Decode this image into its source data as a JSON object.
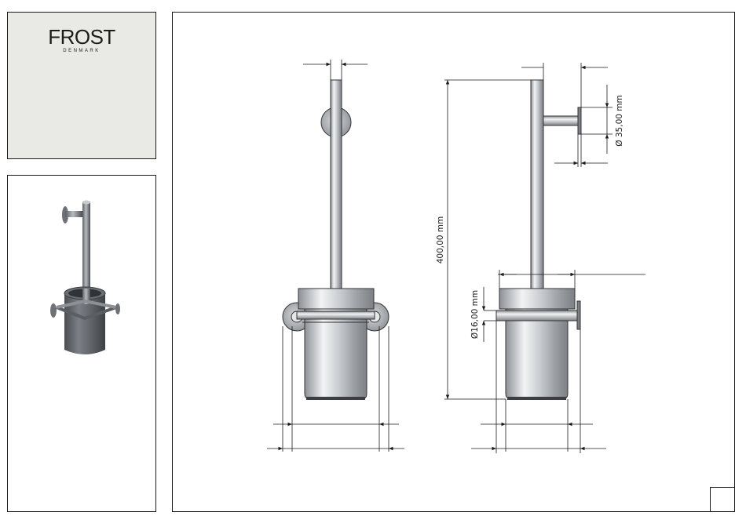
{
  "brand": {
    "name": "FROST",
    "tagline": "DENMARK"
  },
  "dimensions": {
    "mount_diameter": "Ø 35,00 mm",
    "height": "400,00 mm",
    "rod_diameter": "Ø16,00 mm"
  },
  "colors": {
    "line": "#1a1a1a",
    "logo_panel_bg": "#e9e9e5",
    "steel_dark": "#8d9196",
    "steel_light": "#f2f3f4"
  }
}
